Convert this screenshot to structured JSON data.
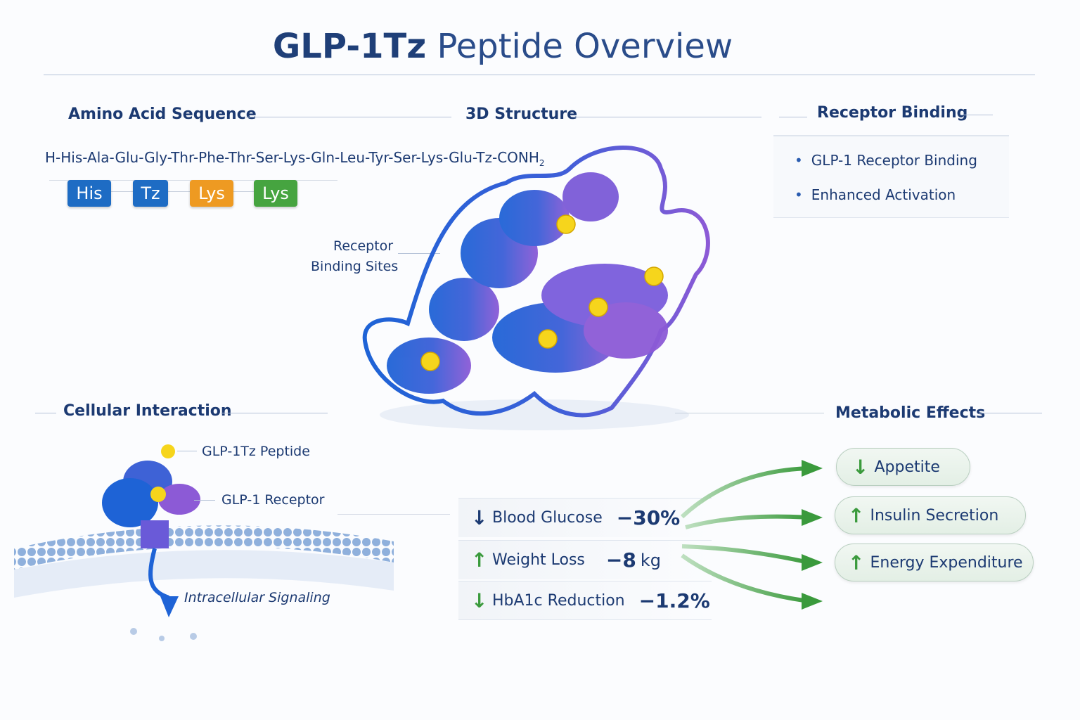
{
  "title": {
    "bold": "GLP-1Tz",
    "rest": "Peptide Overview"
  },
  "sequence": {
    "heading": "Amino Acid Sequence",
    "text": "H-His-Ala-Glu-Gly-Thr-Phe-Thr-Ser-Lys-Gln-Leu-Tyr-Ser-Lys-Glu-Tz-CONH",
    "subscript": "2",
    "chips": [
      {
        "label": "His",
        "color": "#1e6cc4"
      },
      {
        "label": "Tz",
        "color": "#1e6cc4"
      },
      {
        "label": "Lys",
        "color": "#ee9a22"
      },
      {
        "label": "Lys",
        "color": "#46a440"
      }
    ]
  },
  "structure": {
    "heading": "3D Structure",
    "binding_label_1": "Receptor",
    "binding_label_2": "Binding Sites"
  },
  "receptor": {
    "heading": "Receptor Binding",
    "items": [
      "GLP-1 Receptor Binding",
      "Enhanced Activation"
    ]
  },
  "cellular": {
    "heading": "Cellular Interaction",
    "peptide_label": "GLP-1Tz Peptide",
    "receptor_label": "GLP-1 Receptor",
    "signal_label": "Intracellular Signaling"
  },
  "metrics": [
    {
      "arrow": "↓",
      "color": "#1c3a72",
      "label": "Blood Glucose",
      "value": "−30%"
    },
    {
      "arrow": "↑",
      "color": "#3a9a3c",
      "label": "Weight Loss",
      "value": "−8",
      "unit": "kg"
    },
    {
      "arrow": "↓",
      "color": "#3a9a3c",
      "label": "HbA1c Reduction",
      "value": "−1.2%"
    }
  ],
  "metabolic": {
    "heading": "Metabolic Effects",
    "items": [
      {
        "arrow": "↓",
        "label": "Appetite"
      },
      {
        "arrow": "↑",
        "label": "Insulin Secretion"
      },
      {
        "arrow": "↑",
        "label": "Energy Expenditure"
      }
    ]
  }
}
